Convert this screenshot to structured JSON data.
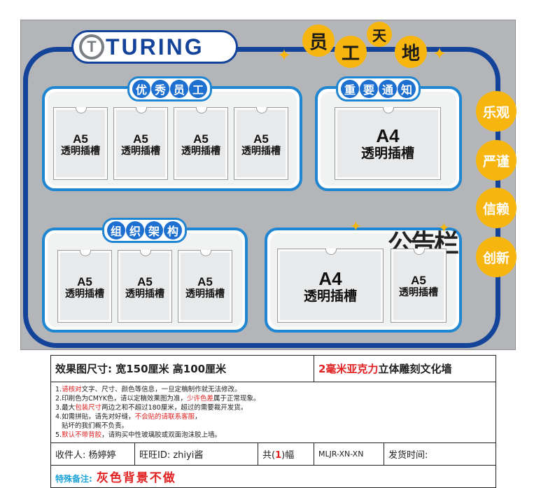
{
  "brand": {
    "logo_mark": "T",
    "name": "TURING"
  },
  "board_title": [
    "员",
    "工",
    "天",
    "地"
  ],
  "sections": {
    "excellent": {
      "title": [
        "优",
        "秀",
        "员",
        "工"
      ],
      "slots": [
        {
          "size": "A5",
          "label": "透明插槽"
        },
        {
          "size": "A5",
          "label": "透明插槽"
        },
        {
          "size": "A5",
          "label": "透明插槽"
        },
        {
          "size": "A5",
          "label": "透明插槽"
        }
      ]
    },
    "notice": {
      "title": [
        "重",
        "要",
        "通",
        "知"
      ],
      "slots": [
        {
          "size": "A4",
          "label": "透明插槽"
        }
      ]
    },
    "org": {
      "title": [
        "组",
        "织",
        "架",
        "构"
      ],
      "slots": [
        {
          "size": "A5",
          "label": "透明插槽"
        },
        {
          "size": "A5",
          "label": "透明插槽"
        },
        {
          "size": "A5",
          "label": "透明插槽"
        }
      ]
    },
    "bulletin": {
      "title": "公告栏",
      "slots": [
        {
          "size": "A4",
          "label": "透明插槽"
        },
        {
          "size": "A5",
          "label": "透明插槽"
        }
      ]
    }
  },
  "values": [
    "乐观",
    "严谨",
    "信赖",
    "创新"
  ],
  "spec": {
    "size_label": "效果图尺寸: 宽150厘米  高100厘米",
    "material_highlight": "2毫米亚克力",
    "material_rest": "立体雕刻文化墙",
    "notes_left": [
      {
        "pre": "1.",
        "red": "请核对",
        "post": "文字、尺寸、颜色等信息，一旦定稿制作就无法修改。"
      },
      {
        "pre": "2.印刷色为CMYK色，请以定稿效果图为准，",
        "red": "少许色差",
        "post": "属于正常现象。"
      },
      {
        "pre": "3.最大",
        "red": "包装尺寸",
        "post": "两边之和不超过180厘米，超过的需要裁开发货。"
      }
    ],
    "notes_right": [
      {
        "pre": "4.如需拼贴，请先对好缝，",
        "red": "不会贴的请联系客服",
        "post": "，"
      },
      {
        "pre": "   贴坏的我们概不负责。",
        "red": "",
        "post": ""
      },
      {
        "pre": "5.",
        "red": "默认不带背胶",
        "post": "，请购买中性玻璃胶或双面泡沫胶上墙。"
      }
    ],
    "recipient": "收件人: 杨婷婷",
    "wangwang": "旺旺ID:  zhiyi酱",
    "count_pre": "共(",
    "count_val": "1",
    "count_post": ")幅",
    "code": "MLJR-XN-XN",
    "ship_time": "发货时间:",
    "special_label": "特殊备注:",
    "special_value": "灰色背景不做"
  },
  "colors": {
    "board_bg": "#b3b5b8",
    "navy": "#14439a",
    "blue": "#2086d2",
    "yellow": "#f7b50f",
    "red": "#e02020"
  }
}
